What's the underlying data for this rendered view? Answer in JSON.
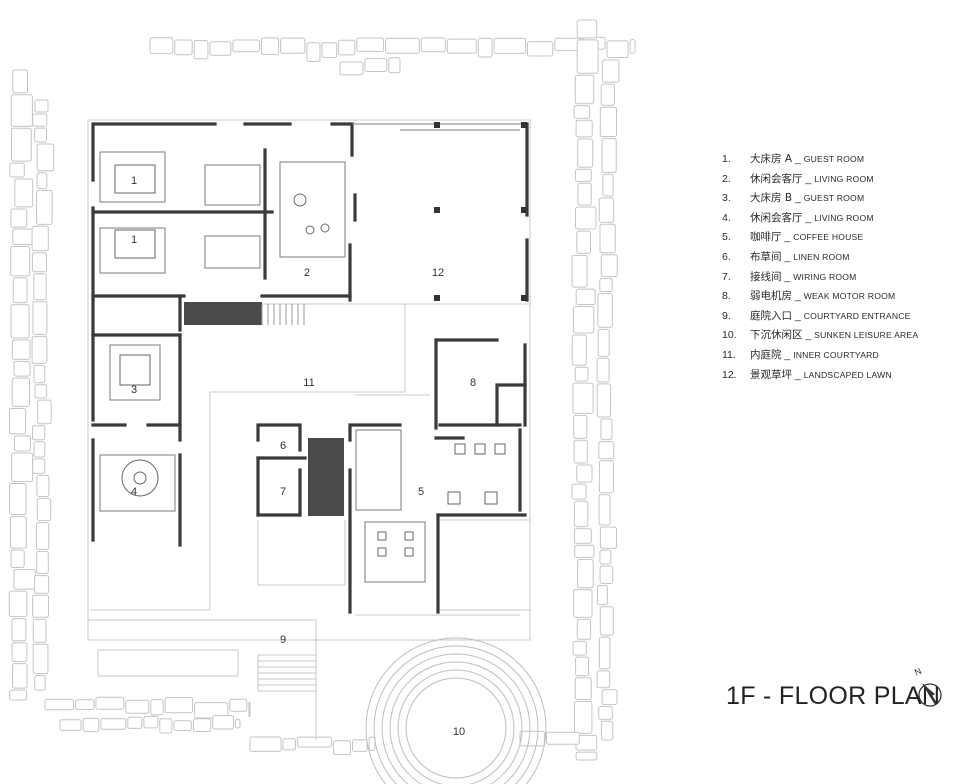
{
  "rooms": [
    {
      "id": "1a",
      "label": "1"
    },
    {
      "id": "1b",
      "label": "1"
    },
    {
      "id": "2",
      "label": "2"
    },
    {
      "id": "3",
      "label": "3"
    },
    {
      "id": "4",
      "label": "4"
    },
    {
      "id": "5",
      "label": "5"
    },
    {
      "id": "6",
      "label": "6"
    },
    {
      "id": "7",
      "label": "7"
    },
    {
      "id": "8",
      "label": "8"
    },
    {
      "id": "9",
      "label": "9"
    },
    {
      "id": "10",
      "label": "10"
    },
    {
      "id": "11",
      "label": "11"
    },
    {
      "id": "12",
      "label": "12"
    }
  ],
  "legend": [
    {
      "num": "1.",
      "cn": "大床房 A",
      "en": "GUEST ROOM"
    },
    {
      "num": "2.",
      "cn": "休闲会客厅",
      "en": "LIVING ROOM"
    },
    {
      "num": "3.",
      "cn": "大床房 B",
      "en": "GUEST ROOM"
    },
    {
      "num": "4.",
      "cn": "休闲会客厅",
      "en": "LIVING ROOM"
    },
    {
      "num": "5.",
      "cn": "咖啡厅",
      "en": "COFFEE HOUSE"
    },
    {
      "num": "6.",
      "cn": "布草间",
      "en": " LINEN ROOM"
    },
    {
      "num": "7.",
      "cn": "接线间",
      "en": "WIRING ROOM"
    },
    {
      "num": "8.",
      "cn": "弱电机房",
      "en": "WEAK MOTOR ROOM"
    },
    {
      "num": "9.",
      "cn": "庭院入口",
      "en": "COURTYARD ENTRANCE"
    },
    {
      "num": "10.",
      "cn": "下沉休闲区",
      "en": "SUNKEN LEISURE AREA"
    },
    {
      "num": "11.",
      "cn": "内庭院",
      "en": "INNER COURTYARD"
    },
    {
      "num": "12.",
      "cn": "景观草坪",
      "en": "LANDSCAPED LAWN"
    }
  ],
  "title": "1F - FLOOR PLAN",
  "north_label": "N",
  "colors": {
    "wall": "#3a3a3a",
    "line": "#bdbdbd",
    "stone": "#c8c8c8",
    "stair_fill": "#4a4a4a"
  }
}
